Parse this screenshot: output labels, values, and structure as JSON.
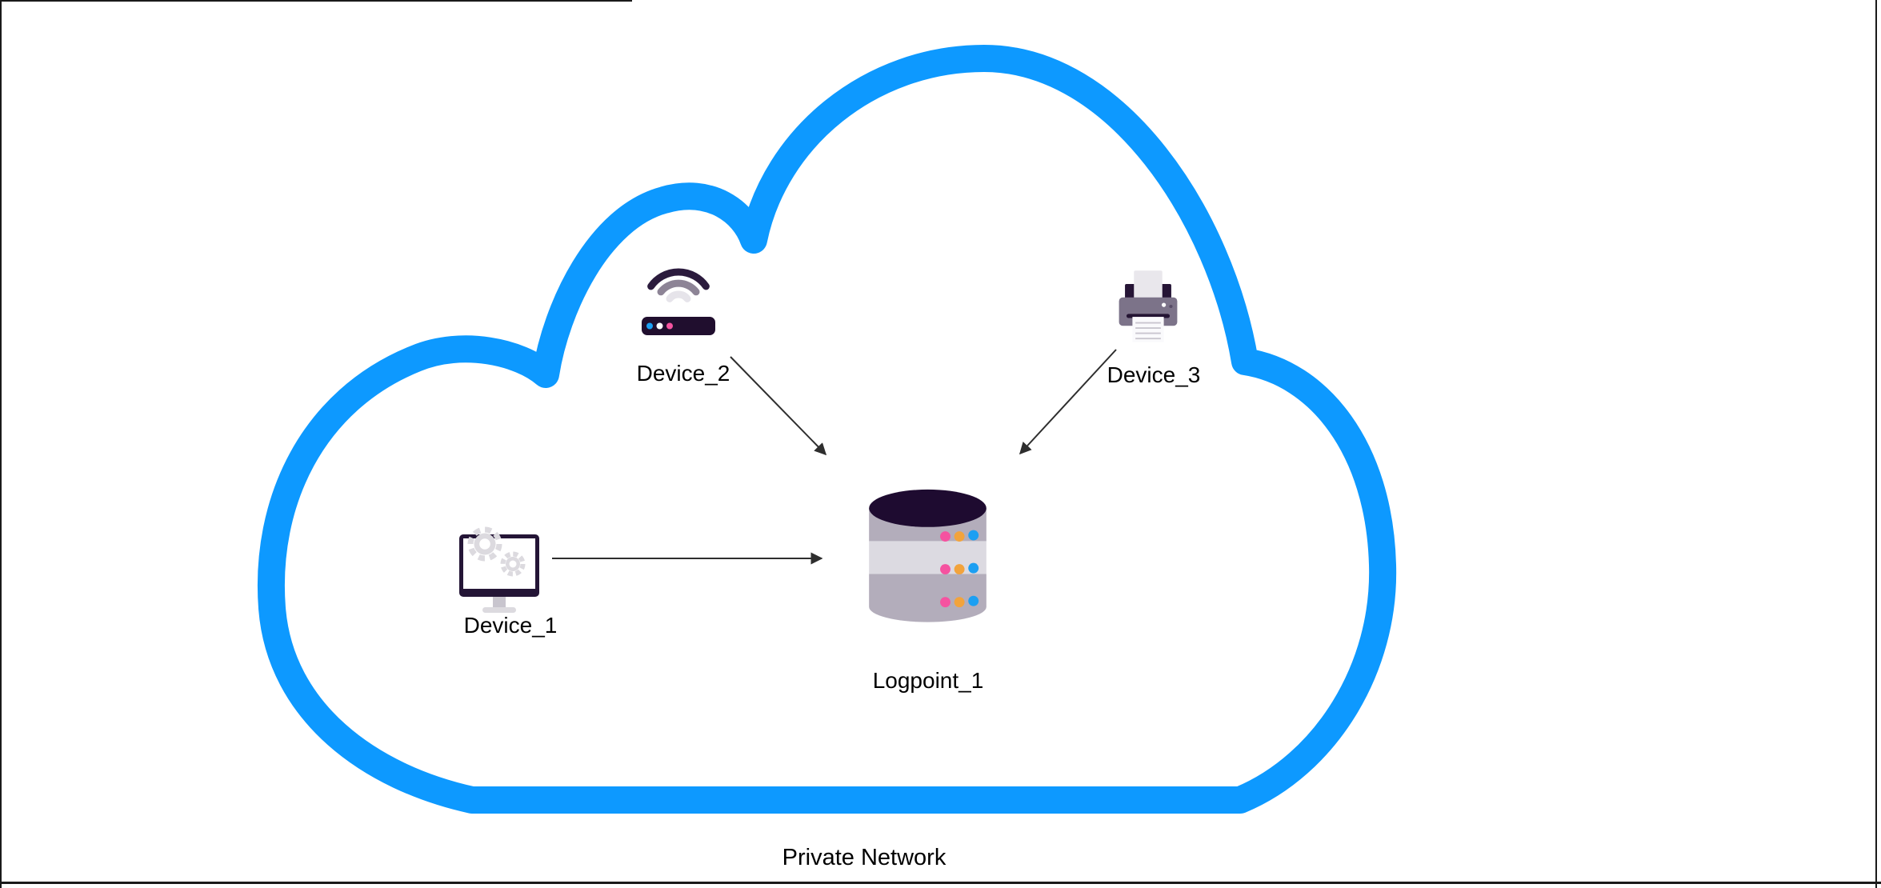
{
  "diagram": {
    "network_label": "Private Network",
    "nodes": [
      {
        "id": "device_1",
        "label": "Device_1",
        "icon": "monitor-gears-icon",
        "type": "device"
      },
      {
        "id": "device_2",
        "label": "Device_2",
        "icon": "wireless-router-icon",
        "type": "device"
      },
      {
        "id": "device_3",
        "label": "Device_3",
        "icon": "printer-icon",
        "type": "device"
      },
      {
        "id": "logpoint_1",
        "label": "Logpoint_1",
        "icon": "database-icon",
        "type": "logpoint"
      }
    ],
    "edges": [
      {
        "from": "device_1",
        "to": "logpoint_1",
        "style": "arrow"
      },
      {
        "from": "device_2",
        "to": "logpoint_1",
        "style": "arrow"
      },
      {
        "from": "device_3",
        "to": "logpoint_1",
        "style": "arrow"
      }
    ],
    "colors": {
      "cloud_stroke": "#0D99FF",
      "arrow": "#2E2E2E",
      "frame_border": "#1A1A1A",
      "icon_dark_purple": "#20102E",
      "icon_gray_purple": "#7C7389",
      "icon_light_gray": "#DCDADF",
      "dot_pink": "#F553A0",
      "dot_orange": "#F2A33C",
      "dot_blue": "#1C9FF2",
      "dot_white": "#FFFFFF"
    }
  }
}
